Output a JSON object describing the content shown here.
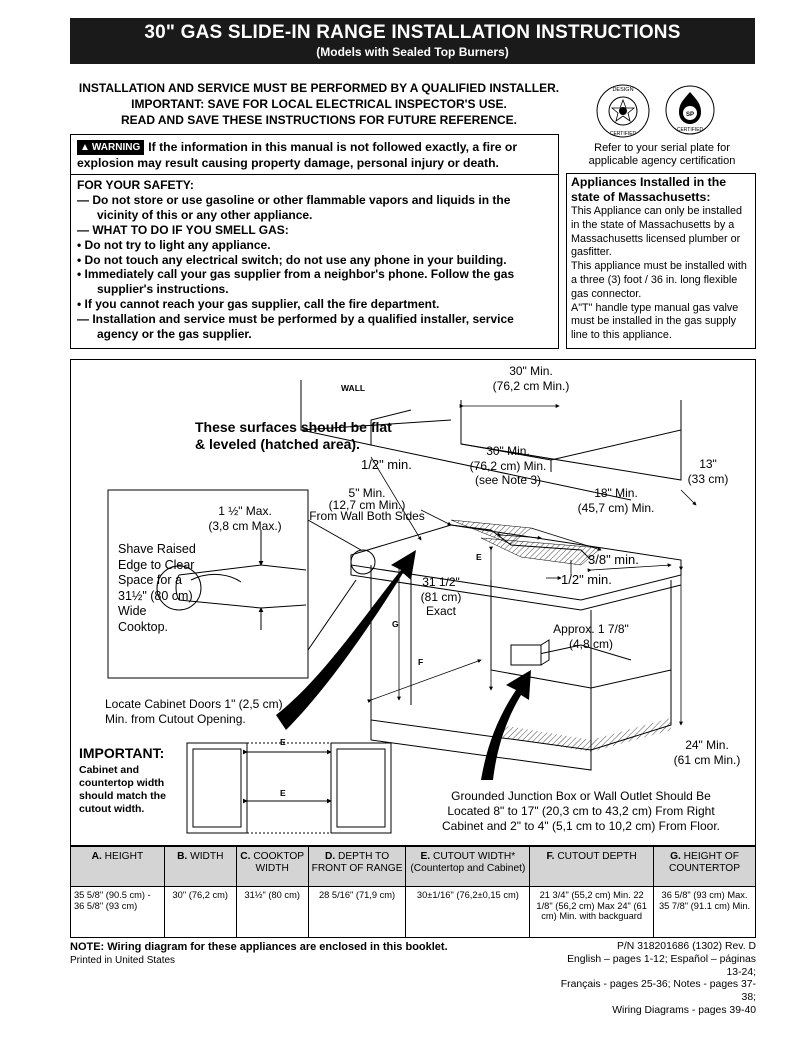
{
  "header": {
    "title": "30\" GAS SLIDE-IN RANGE INSTALLATION INSTRUCTIONS",
    "subtitle": "(Models with Sealed Top Burners)"
  },
  "notices": [
    "INSTALLATION AND SERVICE MUST BE PERFORMED BY A QUALIFIED INSTALLER.",
    "IMPORTANT: SAVE FOR LOCAL ELECTRICAL INSPECTOR'S USE.",
    "READ AND SAVE THESE INSTRUCTIONS FOR FUTURE REFERENCE."
  ],
  "seals": {
    "design_top": "DESIGN",
    "design_bottom": "CERTIFIED",
    "csa_label": "CERTIFIED",
    "refer_text": "Refer to your serial plate for applicable agency certification"
  },
  "warning": {
    "badge": "WARNING",
    "text": "If the information in this manual is not followed exactly, a fire or explosion may result causing property damage, personal injury or death."
  },
  "safety": {
    "heading": "FOR YOUR SAFETY:",
    "line1": "— Do not store or use gasoline or other flammable vapors and liquids in the vicinity of this or any other appliance.",
    "line2": "— WHAT TO DO IF YOU SMELL GAS:",
    "bullet1": "•    Do not try to light any appliance.",
    "bullet2": "•    Do not touch any electrical switch; do not use any phone in your building.",
    "bullet3": "•    Immediately call your gas supplier from a neighbor's phone.  Follow the gas supplier's instructions.",
    "bullet4": "•    If you cannot reach your gas supplier, call the fire department.",
    "line3": "— Installation and service must be performed by a qualified installer, service agency or the gas supplier."
  },
  "massachusetts": {
    "title": "Appliances Installed in the state of Massachusetts:",
    "p1": "This Appliance can only be installed in the state of Massachusetts by a Massachusetts licensed plumber or gasfitter.",
    "p2": "This appliance must be installed with a three (3) foot / 36 in. long flexible gas connector.",
    "p3": "A\"T\" handle type manual gas valve must be installed in the gas supply line to this appliance."
  },
  "diagram": {
    "wall": "WALL",
    "top_min": "30\" Min.",
    "top_min_cm": "(76,2 cm Min.)",
    "flat1": "These surfaces should be flat",
    "flat2": "& leveled (hatched area).",
    "half_min": "1/2\" min.",
    "mid_min": "30\" Min.",
    "mid_min_cm": "(76,2 cm) Min.",
    "see_note": "(see Note 3)",
    "thirteen": "13\"",
    "thirteen_cm": "(33 cm)",
    "five_min": "5\" Min.",
    "five_min_cm": "(12,7 cm Min.)",
    "from_wall": "From Wall Both Sides",
    "eighteen": "18\" Min.",
    "eighteen_cm": "(45,7 cm) Min.",
    "max_half": "1 ½\" Max.",
    "max_half_cm": "(3,8 cm Max.)",
    "shave": "Shave Raised Edge to Clear Space for a 31½\" (80 cm) Wide Cooktop.",
    "label_e": "E",
    "label_g": "G",
    "label_f": "F",
    "thirtyone": "31 1/2\"",
    "thirtyone_cm": "(81 cm)",
    "exact": "Exact",
    "three_eighths": "3/8\" min.",
    "half_min2": "1/2\" min.",
    "approx": "Approx. 1 7/8\"",
    "approx_cm": "(4,8 cm)",
    "locate": "Locate Cabinet Doors 1\" (2,5 cm) Min. from Cutout Opening.",
    "important_title": "IMPORTANT:",
    "important_text": "Cabinet and countertop width should match the cutout width.",
    "twentyfour": "24\" Min.",
    "twentyfour_cm": "(61 cm Min.)",
    "grounded1": "Grounded Junction Box or Wall Outlet Should Be",
    "grounded2": "Located 8\" to 17\" (20,3 cm to 43,2 cm) From Right",
    "grounded3": "Cabinet and 2\" to 4\" (5,1 cm to 10,2 cm) From Floor."
  },
  "table": {
    "headers": [
      {
        "letter": "A.",
        "text": " HEIGHT"
      },
      {
        "letter": "B.",
        "text": " WIDTH"
      },
      {
        "letter": "C.",
        "text": " COOKTOP WIDTH"
      },
      {
        "letter": "D.",
        "text": " DEPTH TO FRONT OF RANGE"
      },
      {
        "letter": "E.",
        "text": " CUTOUT WIDTH* (Countertop and Cabinet)"
      },
      {
        "letter": "F.",
        "text": " CUTOUT DEPTH"
      },
      {
        "letter": "G.",
        "text": " HEIGHT OF COUNTERTOP"
      }
    ],
    "row": [
      "35 5/8\" (90.5 cm) - 36 5/8\" (93 cm)",
      "30\" (76,2 cm)",
      "31½\" (80 cm)",
      "28 5/16\" (71,9 cm)",
      "30±1/16\" (76,2±0,15 cm)",
      "21 3/4\" (55,2 cm) Min. 22 1/8\" (56,2 cm) Max 24\" (61 cm) Min. with backguard",
      "36 5/8\" (93 cm) Max. 35 7/8\" (91.1 cm) Min."
    ]
  },
  "footer": {
    "note": "NOTE: Wiring diagram for these appliances are enclosed in this booklet.",
    "printed": "Printed in United States",
    "pn": "P/N 318201686 (1302) Rev. D",
    "pages1": "English – pages 1-12; Español – páginas 13-24;",
    "pages2": "Français - pages 25-36; Notes - pages 37-38;",
    "pages3": "Wiring Diagrams - pages 39-40"
  }
}
